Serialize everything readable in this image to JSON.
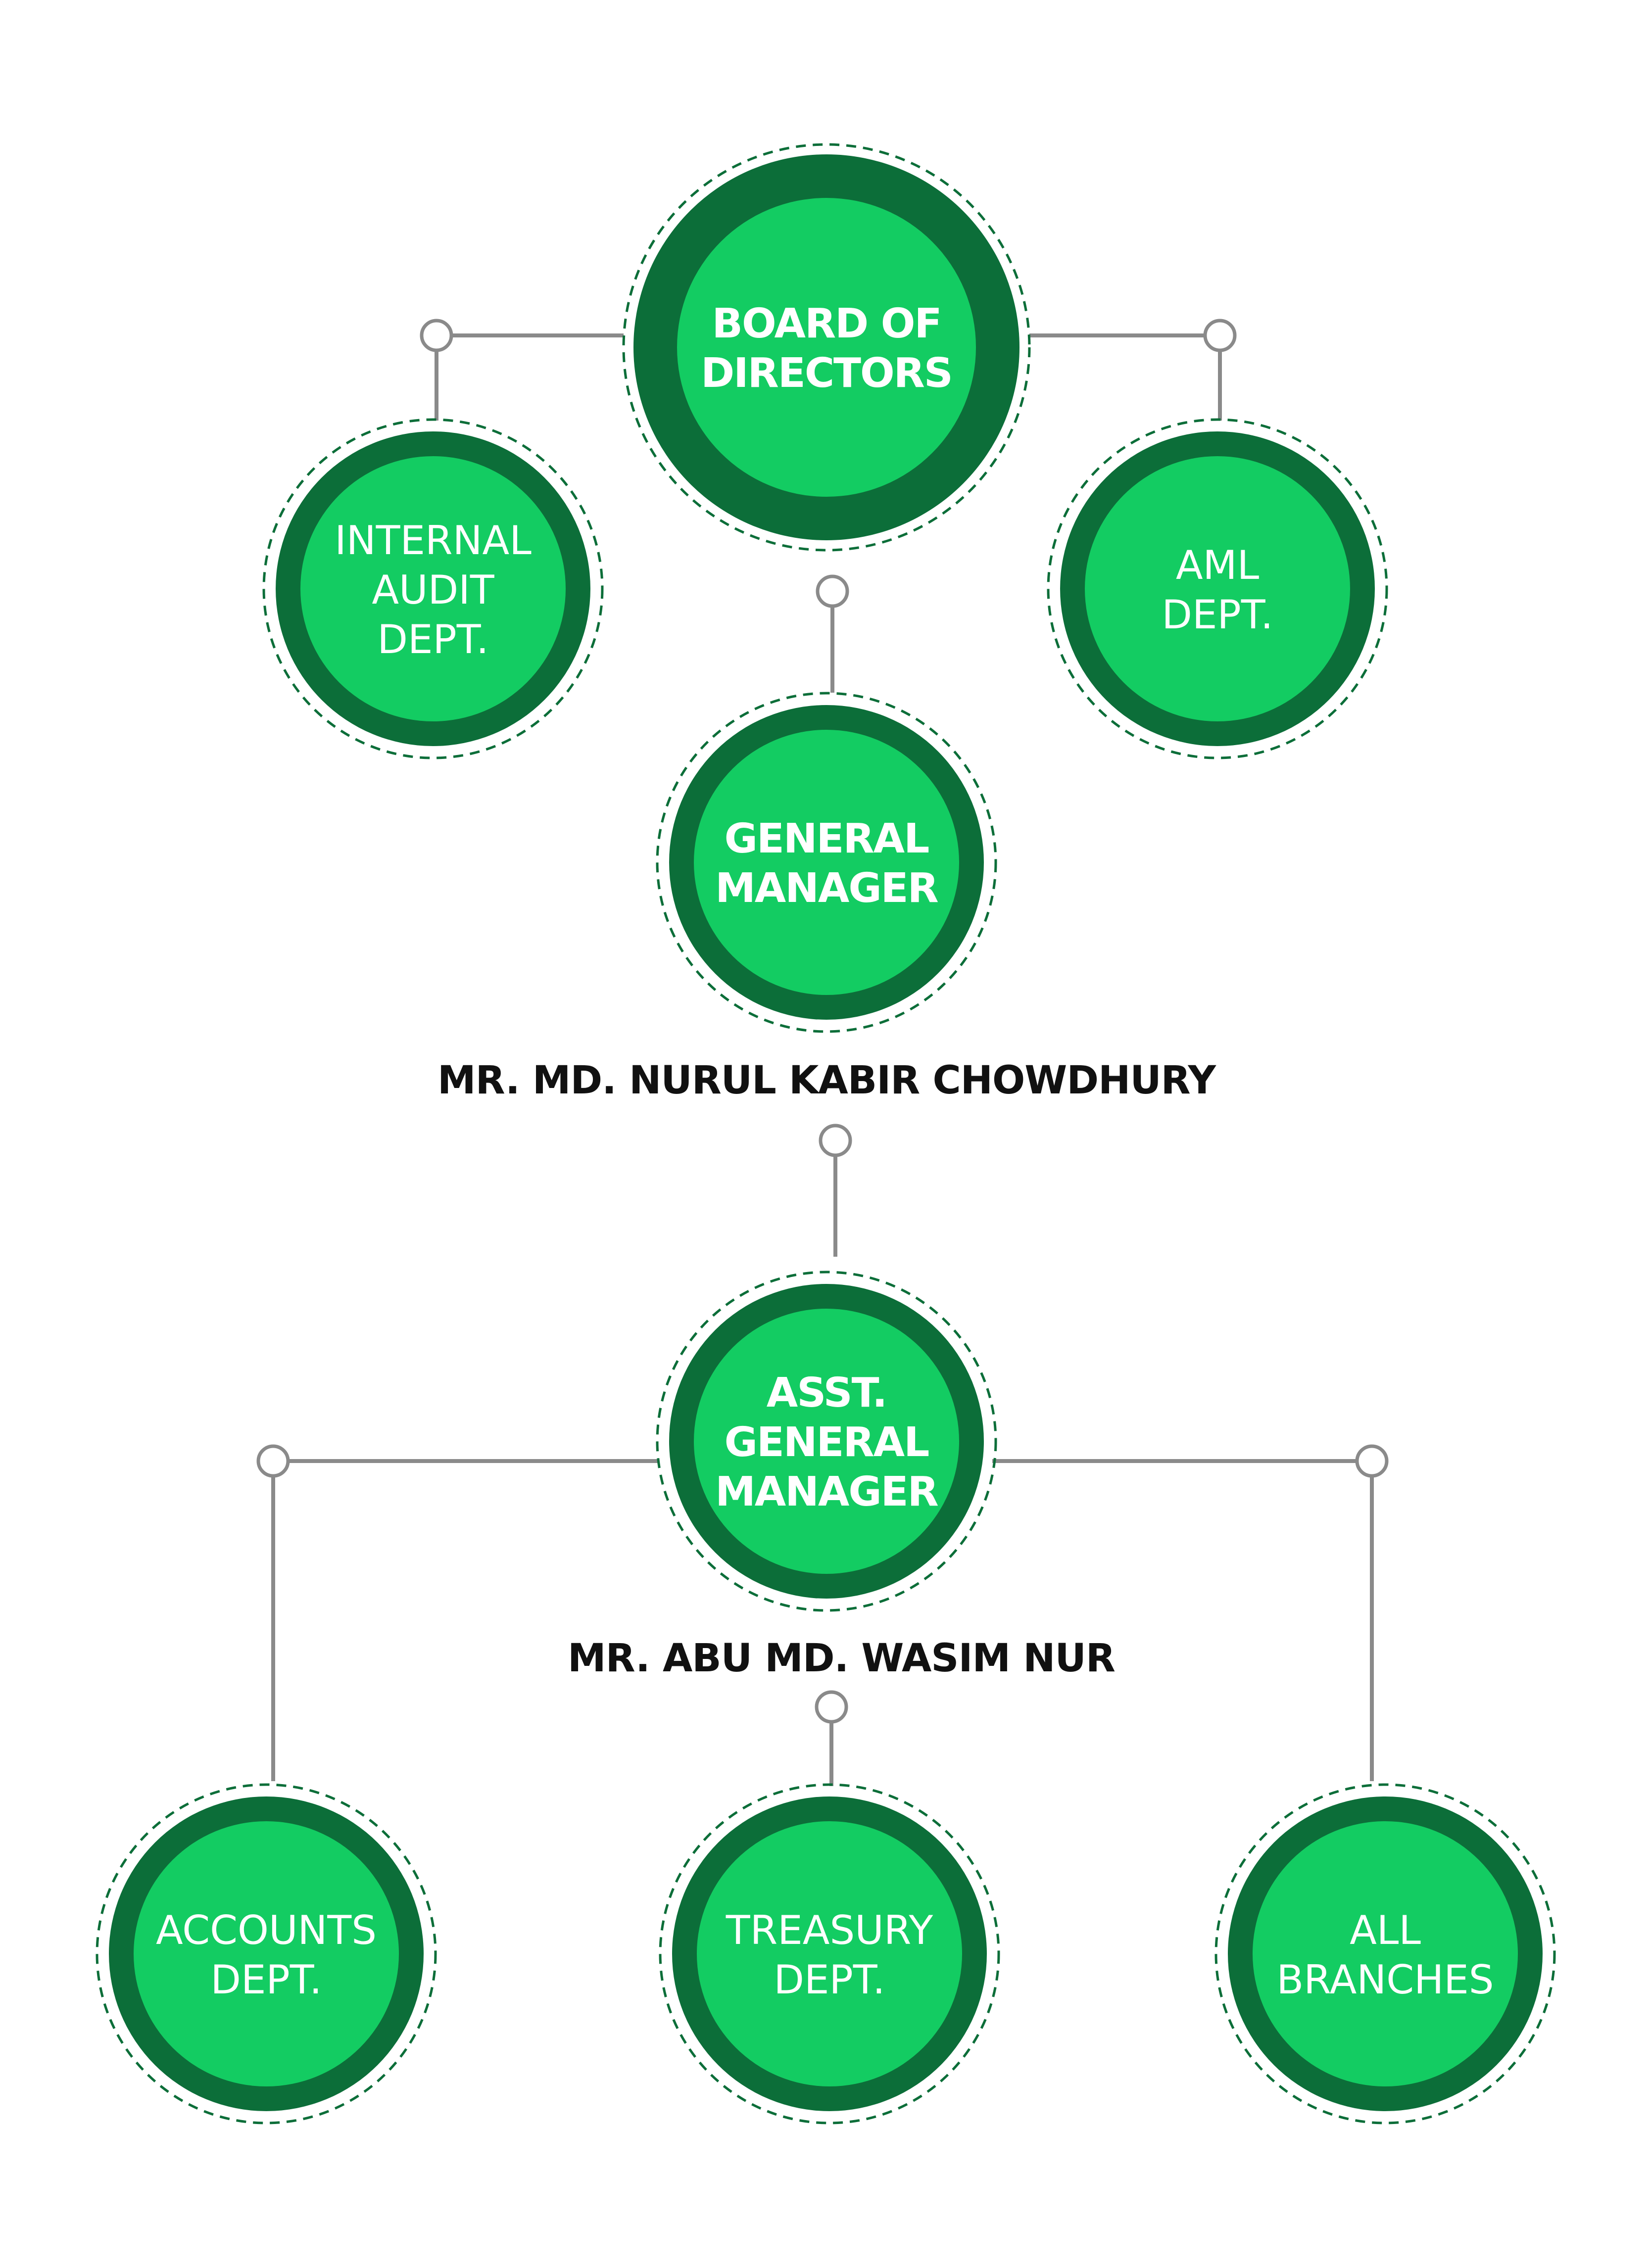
{
  "colors": {
    "outer_ring": "#0c6e39",
    "inner_fill": "#13cc62",
    "dashed_ring": "#0c6e39",
    "connector": "#8a8a8a",
    "node_text": "#ffffff",
    "name_text": "#111111",
    "background": "#ffffff"
  },
  "nodes": {
    "board": {
      "lines": [
        "BOARD OF",
        "DIRECTORS"
      ],
      "weight": "bold"
    },
    "internal_audit": {
      "lines": [
        "INTERNAL",
        "AUDIT",
        "DEPT."
      ],
      "weight": "light"
    },
    "aml": {
      "lines": [
        "AML",
        "DEPT."
      ],
      "weight": "light"
    },
    "general_manager": {
      "lines": [
        "GENERAL",
        "MANAGER"
      ],
      "weight": "bold"
    },
    "asst_general_manager": {
      "lines": [
        "ASST.",
        "GENERAL",
        "MANAGER"
      ],
      "weight": "bold"
    },
    "accounts": {
      "lines": [
        "ACCOUNTS",
        "DEPT."
      ],
      "weight": "light"
    },
    "treasury": {
      "lines": [
        "TREASURY",
        "DEPT."
      ],
      "weight": "light"
    },
    "all_branches": {
      "lines": [
        "ALL",
        "BRANCHES"
      ],
      "weight": "light"
    }
  },
  "names": {
    "general_manager": "MR. MD. NURUL KABIR CHOWDHURY",
    "asst_general_manager": "MR.  ABU MD. WASIM NUR"
  },
  "hierarchy": [
    {
      "from": "board",
      "to": "internal_audit"
    },
    {
      "from": "board",
      "to": "aml"
    },
    {
      "from": "board",
      "to": "general_manager"
    },
    {
      "from": "general_manager",
      "to": "asst_general_manager"
    },
    {
      "from": "asst_general_manager",
      "to": "accounts"
    },
    {
      "from": "asst_general_manager",
      "to": "treasury"
    },
    {
      "from": "asst_general_manager",
      "to": "all_branches"
    }
  ]
}
